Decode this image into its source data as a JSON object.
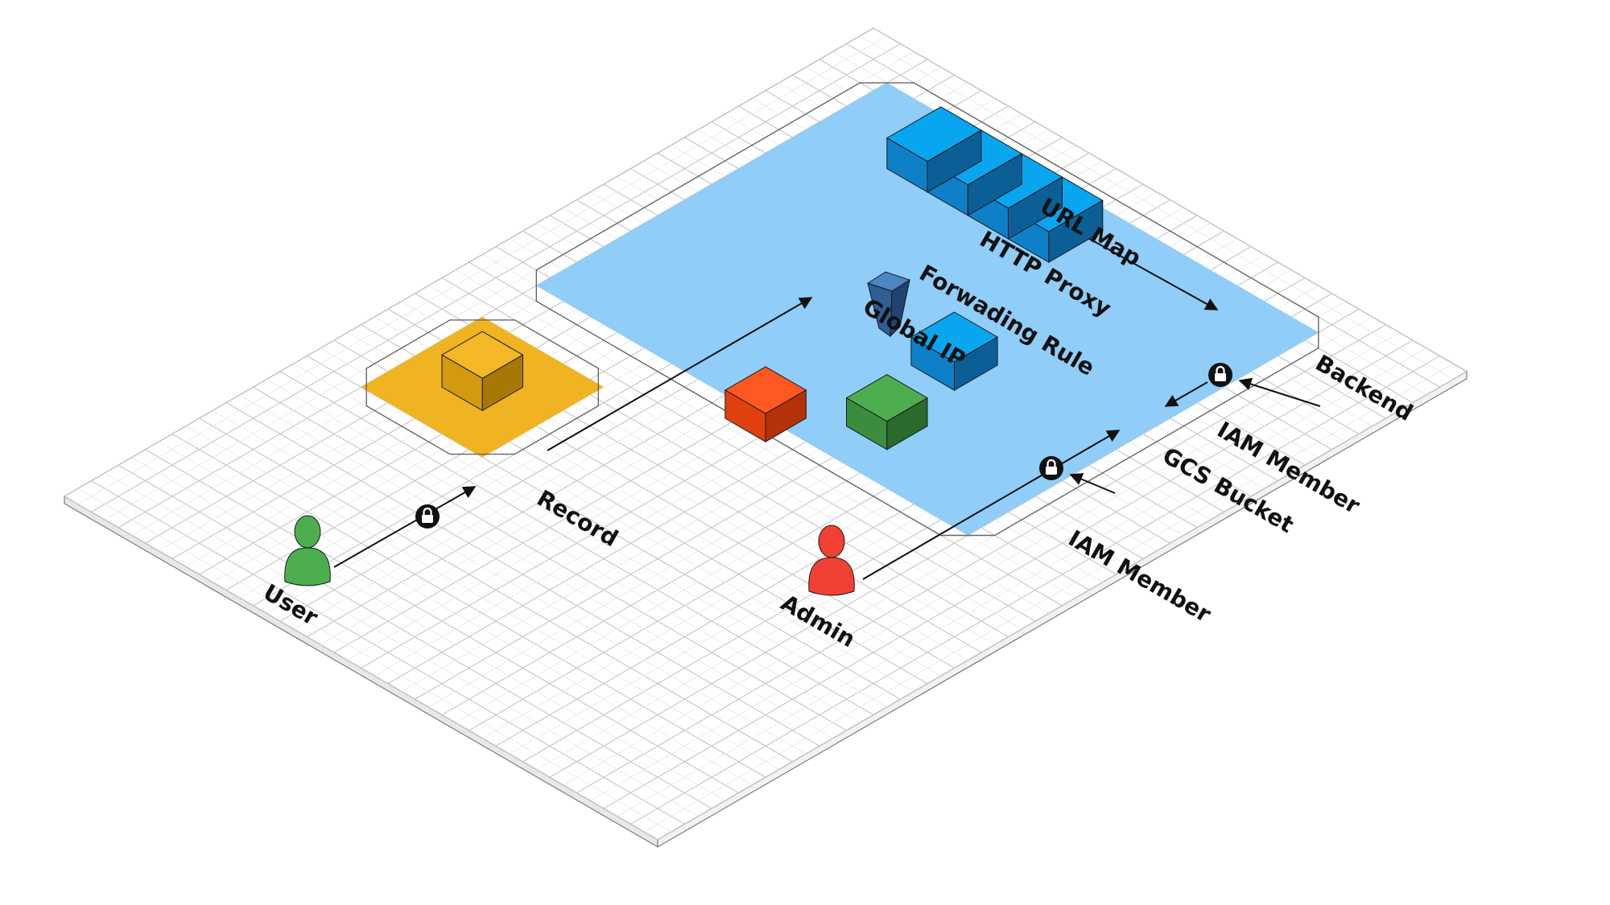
{
  "diagram": {
    "colors": {
      "platform_top": "#ffffff",
      "platform_side": "#e8e8e8",
      "grid_line": "#c9c9c9",
      "outline": "#666666",
      "blue_region": "#90cdf8",
      "orange_region": "#f0b422",
      "blue_box": [
        "#0aa5ef",
        "#0e80c8",
        "#0b5f96"
      ],
      "orange_box": [
        "#f3b728",
        "#d39a10",
        "#a87806"
      ],
      "green_box": [
        "#4cae4f",
        "#3b8c3e",
        "#2b6a2d"
      ],
      "red_box": [
        "#ff5722",
        "#e0410e",
        "#b3320a"
      ],
      "bucket": [
        "#4d84c4",
        "#2f5d94",
        "#1f4470"
      ],
      "user_person": "#4cae4f",
      "admin_person": "#f04134",
      "lock_badge": "#111111"
    },
    "labels": {
      "user": "User",
      "admin": "Admin",
      "record": "Record",
      "global_ip": "Global IP",
      "forwarding_rule": "Forwading Rule",
      "http_proxy": "HTTP Proxy",
      "url_map": "URL Map",
      "backend": "Backend",
      "gcs_bucket": "GCS Bucket",
      "iam_member_backend": "IAM Member",
      "iam_member_bucket": "IAM Member"
    },
    "icons": [
      "person-icon",
      "lock-icon",
      "bucket-icon",
      "cube-icon"
    ]
  }
}
